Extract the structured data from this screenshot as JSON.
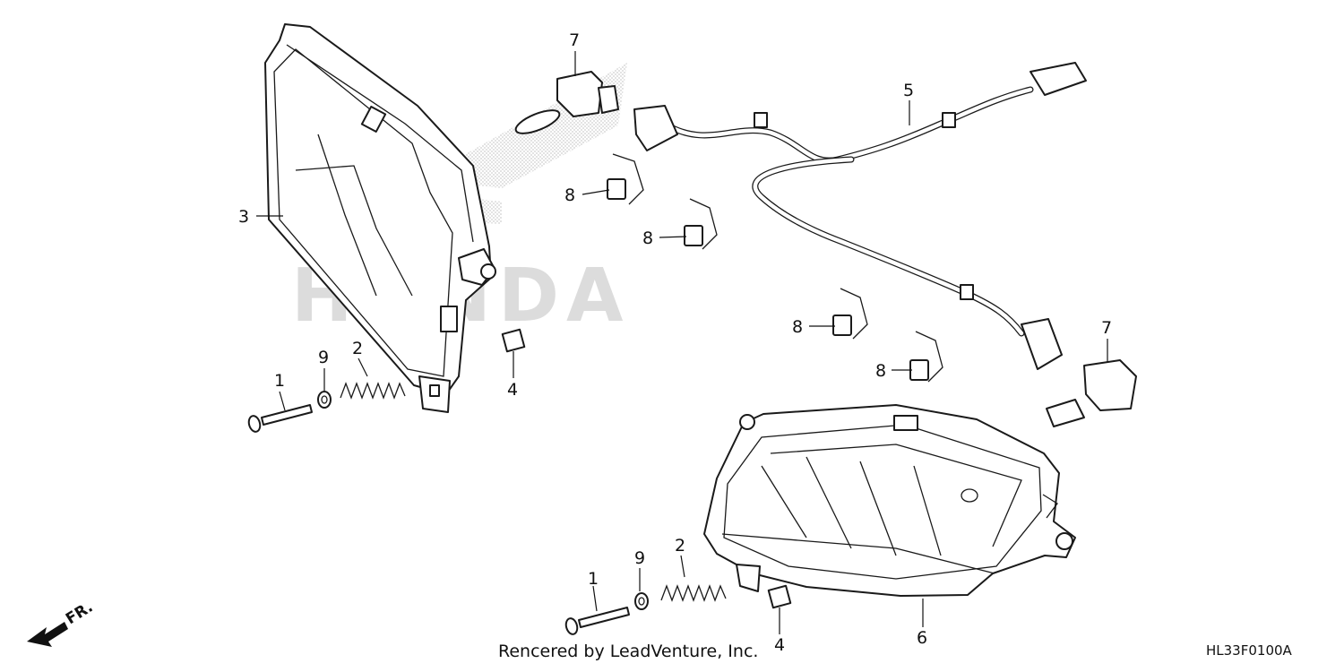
{
  "diagram": {
    "callouts": [
      {
        "id": "c7a",
        "label": "7"
      },
      {
        "id": "c5",
        "label": "5"
      },
      {
        "id": "c3",
        "label": "3"
      },
      {
        "id": "c8a",
        "label": "8"
      },
      {
        "id": "c8b",
        "label": "8"
      },
      {
        "id": "c8c",
        "label": "8"
      },
      {
        "id": "c8d",
        "label": "8"
      },
      {
        "id": "c7b",
        "label": "7"
      },
      {
        "id": "c9a",
        "label": "9"
      },
      {
        "id": "c2a",
        "label": "2"
      },
      {
        "id": "c1a",
        "label": "1"
      },
      {
        "id": "c4a",
        "label": "4"
      },
      {
        "id": "c9b",
        "label": "9"
      },
      {
        "id": "c2b",
        "label": "2"
      },
      {
        "id": "c1b",
        "label": "1"
      },
      {
        "id": "c4b",
        "label": "4"
      },
      {
        "id": "c6",
        "label": "6"
      }
    ],
    "watermark": "HONDA",
    "direction_label": "FR.",
    "footer": "Rencered by LeadVenture, Inc.",
    "diagram_code": "HL33F0100A",
    "colors": {
      "line": "#1a1a1a",
      "watermark": "#dddddd",
      "background": "#ffffff"
    }
  }
}
